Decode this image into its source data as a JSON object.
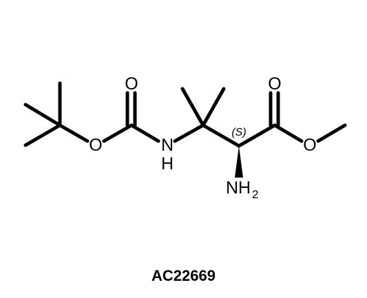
{
  "atoms": {
    "carbonyl_oxygen_boc": "O",
    "ester_oxygen_boc": "O",
    "amide_nitrogen": "N",
    "amide_hydrogen": "H",
    "carbonyl_oxygen_ester": "O",
    "methoxy_oxygen": "O",
    "amine_label": "NH",
    "amine_subscript": "2"
  },
  "stereo_descriptor": "(S)",
  "compound_id": "AC22669",
  "colors": {
    "ink": "#000000",
    "background": "#ffffff"
  }
}
